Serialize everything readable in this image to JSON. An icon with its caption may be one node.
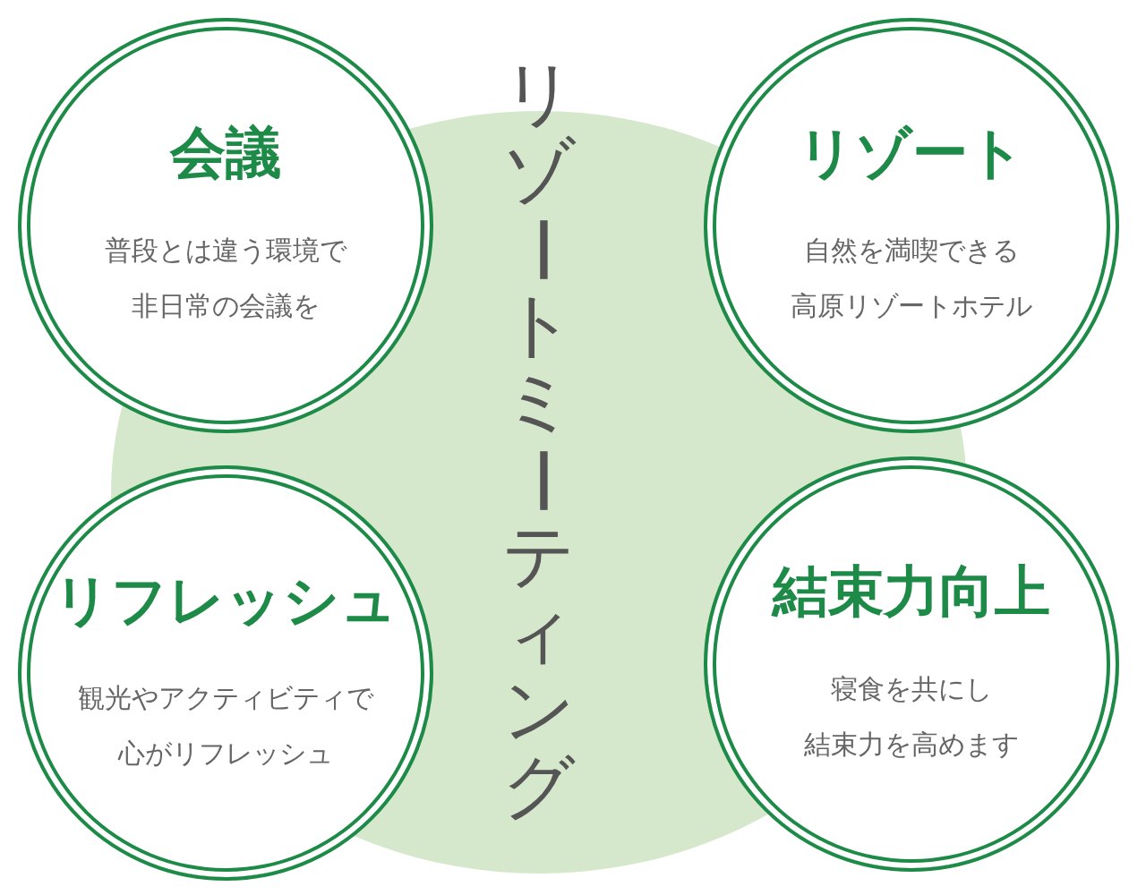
{
  "diagram": {
    "title": "リゾートミーティング",
    "nodes": [
      {
        "text": [
          "会議",
          "普段とは違う環境で非日常の会議を"
        ]
      },
      {
        "text": [
          "リゾート",
          "自然を満喫できる高原リゾートホテル"
        ]
      },
      {
        "text": [
          "リフレッシュ",
          "観光やアクティビティで心がリフレッシュ"
        ]
      },
      {
        "text": [
          "結束力向上",
          "寝食を共にし結束力を高めます"
        ]
      }
    ]
  }
}
